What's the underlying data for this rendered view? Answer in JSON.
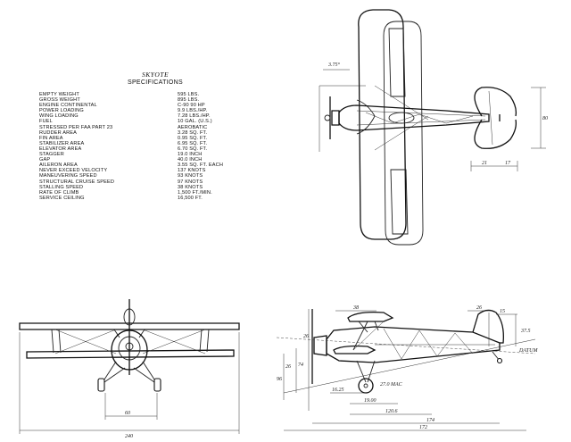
{
  "specs": {
    "title": "SKYOTE",
    "subtitle": "SPECIFICATIONS",
    "rows": [
      {
        "label": "EMPTY WEIGHT",
        "value": "595 LBS."
      },
      {
        "label": "GROSS WEIGHT",
        "value": "895 LBS."
      },
      {
        "label": "ENGINE CONTINENTAL",
        "value": "C-90  90 HP"
      },
      {
        "label": "POWER LOADING",
        "value": "9.9 LBS./HP."
      },
      {
        "label": "WING LOADING",
        "value": "7.28 LBS./HP."
      },
      {
        "label": "FUEL",
        "value": "10 GAL. (U.S.)"
      },
      {
        "label": "STRESSED PER FAA PART 23",
        "value": "AEROBATIC"
      },
      {
        "label": "RUDDER AREA",
        "value": "3.28 SQ. FT."
      },
      {
        "label": "FIN AREA",
        "value": "0.95 SQ. FT."
      },
      {
        "label": "STABILIZER AREA",
        "value": "6.95 SQ. FT."
      },
      {
        "label": "ELEVATOR AREA",
        "value": "6.70 SQ. FT."
      },
      {
        "label": "STAGGER",
        "value": "19.0 INCH"
      },
      {
        "label": "GAP",
        "value": "40.0 INCH"
      },
      {
        "label": "AILERON AREA",
        "value": "3.55 SQ. FT. EACH"
      },
      {
        "label": "NEVER EXCEED VELOCITY",
        "value": "137 KNOTS"
      },
      {
        "label": "MANEUVERING SPEED",
        "value": "93 KNOTS"
      },
      {
        "label": "STRUCTURAL CRUISE SPEED",
        "value": "97 KNOTS"
      },
      {
        "label": "STALLING SPEED",
        "value": "38 KNOTS"
      },
      {
        "label": "RATE OF CLIMB",
        "value": "1,500 FT./MIN."
      },
      {
        "label": "SERVICE CEILING",
        "value": "16,500 FT."
      }
    ]
  },
  "plan_view": {
    "dim_sweep": "3.75°",
    "dim_tail_span": "80",
    "dim_tail_chord": "21",
    "dim_tail_root": "17"
  },
  "front_view": {
    "dim_track": "60",
    "dim_span": "240"
  },
  "side_view": {
    "dim_top1": "38",
    "dim_top2": "26",
    "dim_top3": "15",
    "dim_fin_height": "37.5",
    "label_datum": "DATUM",
    "dim_left1": "26",
    "dim_left2": "74",
    "dim_left3": "96",
    "dim_left4": "26",
    "dim_gear1": "16.25",
    "dim_stagger": "19.00",
    "label_cg": "27.0 MAC",
    "dim_length1": "120.6",
    "dim_length2": "174",
    "dim_length3": "172"
  }
}
